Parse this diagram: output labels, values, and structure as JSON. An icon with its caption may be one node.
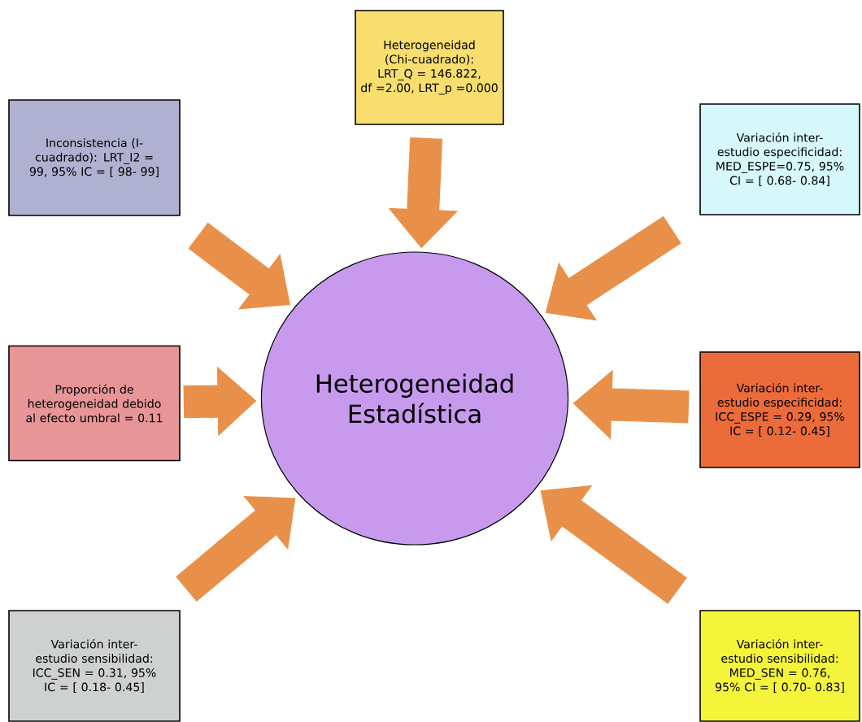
{
  "diagram": {
    "nodes": [
      {
        "text": [
          "Heterogeneidad Estadística"
        ]
      },
      {
        "text": [
          "Heterogeneidad (Chi-cuadrado): LRT_Q = 146.822, df =2.00, LRT_p =0.000"
        ]
      },
      {
        "text": [
          "Inconsistencia (I-cuadrado): LRT_I2 = 99, 95% IC = [ 98- 99]"
        ]
      },
      {
        "text": [
          "Variación inter- estudio especificidad: MED_ESPE=0.75, 95% CI = [ 0.68- 0.84]"
        ]
      },
      {
        "text": [
          "Proporción de heterogeneidad debido al efecto umbral = 0.11"
        ]
      },
      {
        "text": [
          "Variación inter- estudio especificidad: ICC_ESPE = 0.29, 95% IC = [ 0.12- 0.45]"
        ]
      },
      {
        "text": [
          "Variación inter- estudio sensibilidad: ICC_SEN = 0.31, 95% IC = [ 0.18- 0.45]"
        ]
      },
      {
        "text": [
          "Variación inter- estudio sensibilidad: MED_SEN = 0.76, 95% CI = [ 0.70- 0.83]"
        ]
      }
    ],
    "edges": [
      {
        "from": 1,
        "to": 0,
        "arrow": "to"
      },
      {
        "from": 2,
        "to": 0,
        "arrow": "to"
      },
      {
        "from": 3,
        "to": 0,
        "arrow": "to"
      },
      {
        "from": 4,
        "to": 0,
        "arrow": "to"
      },
      {
        "from": 5,
        "to": 0,
        "arrow": "to"
      },
      {
        "from": 6,
        "to": 0,
        "arrow": "to"
      },
      {
        "from": 7,
        "to": 0,
        "arrow": "to"
      }
    ]
  }
}
